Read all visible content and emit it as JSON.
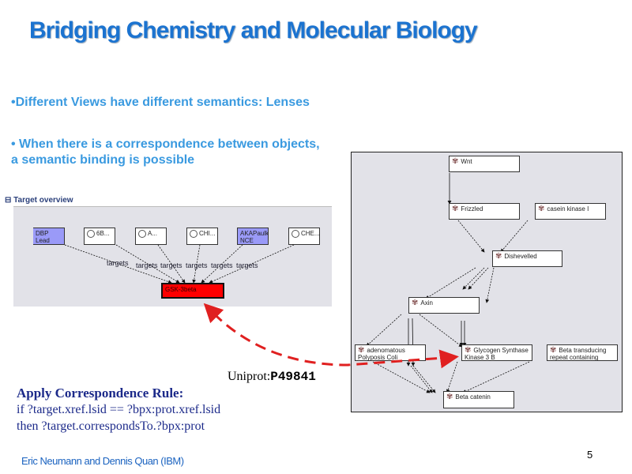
{
  "title": "Bridging Chemistry and Molecular Biology",
  "bullets": [
    "•Different Views have different semantics: Lenses",
    "• When there is a correspondence between objects, a semantic binding is possible"
  ],
  "target_overview": {
    "collapse_glyph": "⊟",
    "header": "Target overview",
    "nodes": [
      {
        "label": "DBP\nLead",
        "kind": "lead"
      },
      {
        "label": "6B...",
        "kind": "compound"
      },
      {
        "label": "A...",
        "kind": "compound"
      },
      {
        "label": "CHI...",
        "kind": "compound"
      },
      {
        "label": "AKAPaulk\nNCE",
        "kind": "lead"
      },
      {
        "label": "CHE...",
        "kind": "compound"
      }
    ],
    "edge_label": "targets",
    "target": "GSK-3beta"
  },
  "pathway": {
    "nodes": [
      "Wnt",
      "Frizzled",
      "casein kinase I",
      "Dishevelled",
      "Axin",
      "adenomatous Polyposis Coli",
      "Glycogen Synthase Kinase 3 B",
      "Beta transducing repeat containing",
      "Beta catenin"
    ]
  },
  "uniprot": {
    "prefix": "Uniprot:",
    "id": "P49841"
  },
  "rule": {
    "heading": "Apply Correspondence Rule:",
    "line1": "if ?target.xref.lsid == ?bpx:prot.xref.lsid",
    "line2": "then ?target.correspondsTo.?bpx:prot"
  },
  "footer": "Eric Neumann and Dennis Quan (IBM)",
  "page_number": "5",
  "colors": {
    "title": "#1b73d0",
    "bullet": "#3a9ae0",
    "lead": "#9a9af8",
    "target": "#ff0000",
    "arrow": "#e02020"
  }
}
